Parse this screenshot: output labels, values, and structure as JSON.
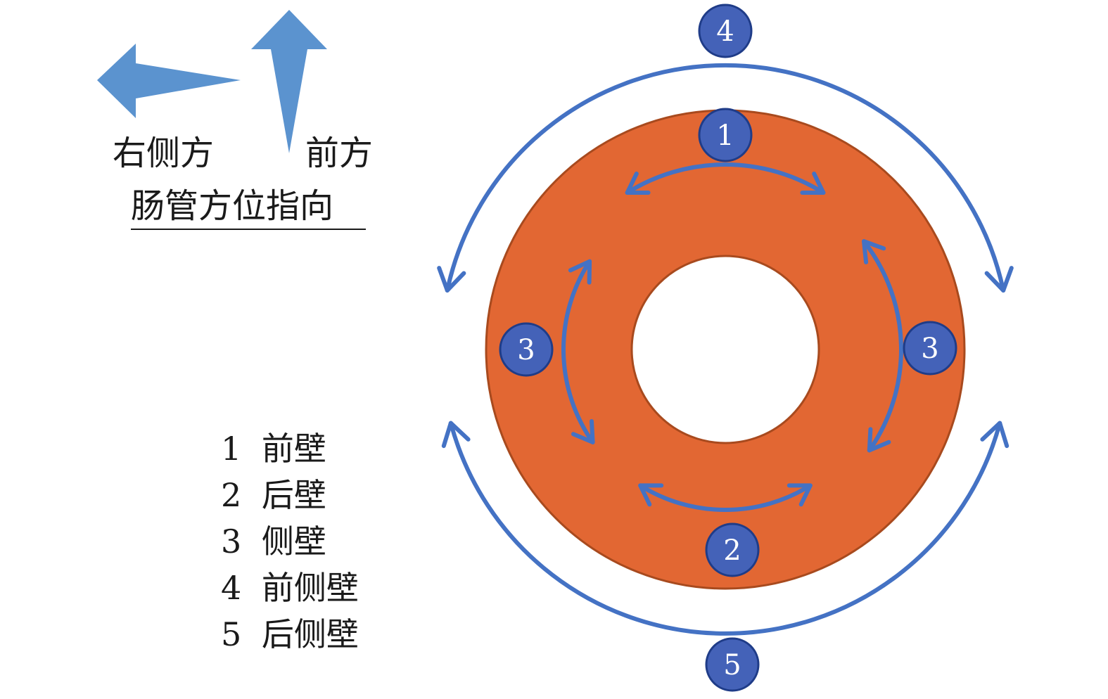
{
  "colors": {
    "ring_fill": "#E26733",
    "ring_stroke": "#A84A1E",
    "hole_fill": "#FFFFFF",
    "arrow_blue": "#4472C4",
    "compass_blue": "#5B93CF",
    "badge_fill": "#4462B8",
    "badge_stroke": "#1F3C88",
    "badge_text": "#FFFFFF",
    "text": "#1A1A1A"
  },
  "orientation": {
    "right_label": "右侧方",
    "anterior_label": "前方",
    "title": "肠管方位指向"
  },
  "badges": {
    "anterior_wall": "1",
    "posterior_wall": "2",
    "lateral_wall_left": "3",
    "lateral_wall_right": "3",
    "anterolateral_wall": "4",
    "posterolateral_wall": "5"
  },
  "legend": [
    {
      "num": "1",
      "label": "前壁"
    },
    {
      "num": "2",
      "label": "后壁"
    },
    {
      "num": "3",
      "label": "侧壁"
    },
    {
      "num": "4",
      "label": "前侧壁"
    },
    {
      "num": "5",
      "label": "后侧壁"
    }
  ]
}
